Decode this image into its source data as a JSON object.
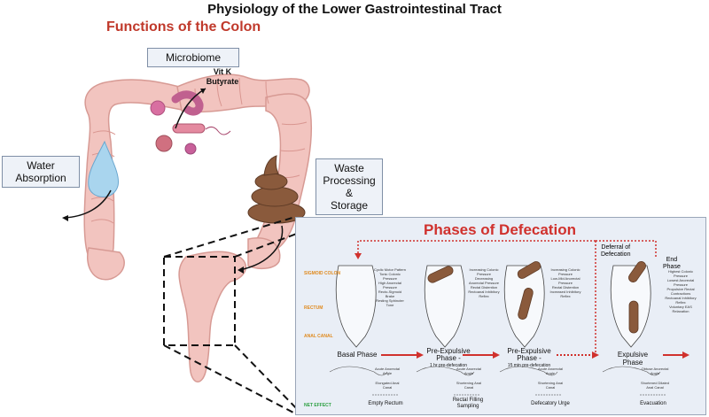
{
  "title": "Physiology of the Lower Gastrointestinal Tract",
  "colon": {
    "title": "Functions of the Colon",
    "microbiome": "Microbiome",
    "vitk": "Vit K",
    "butyrate": "Butyrate",
    "water": [
      "Water",
      "Absorption"
    ],
    "waste": [
      "Waste",
      "Processing",
      "&",
      "Storage"
    ]
  },
  "phases": {
    "title": "Phases of Defecation",
    "deferral": [
      "Deferral of",
      "Defecation"
    ],
    "end": [
      "End",
      "Phase"
    ],
    "regions": [
      "SIGMOID COLON",
      "RECTUM",
      "ANAL CANAL",
      "NET EFFECT"
    ],
    "stages": [
      "Basal Phase",
      "Pre-Expulsive Phase -",
      "Pre-Expulsive Phase -",
      "Expulsive Phase"
    ],
    "stage_sub": [
      "",
      "1 hr pre-defecation",
      "15 min pre-defecation",
      ""
    ],
    "notes": [
      [
        "Cyclic Motor Pattern",
        "Tonic Colonic Pressure",
        "High Anorectal Pressure",
        "Recto-Sigmoid Brake",
        "Resting Sphincter Tone"
      ],
      [
        "Increasing Colonic Pressure",
        "Decreasing Anorectal Pressure",
        "Rectal Distention",
        "Rectoanal Inhibitory Reflex"
      ],
      [
        "Increasing Colonic Pressure",
        "Low-Mid Anorectal Pressure",
        "Rectal Distention",
        "Increased Inhibitory Reflex"
      ],
      [
        "Highest Colonic Pressure",
        "Lowest Anorectal Pressure",
        "Propulsive Rectal Contractions",
        "Rectoanal Inhibitory Reflex",
        "Voluntary EAS Relaxation"
      ]
    ],
    "angles": [
      "Acute Anorectal Angle",
      "Acute Anorectal Angle",
      "Acute Anorectal Angle",
      "Obtuse Anorectal Angle"
    ],
    "canals": [
      "Elongated Anal Canal",
      "Shortening Anal Canal",
      "Shortening Anal Canal",
      "Shortened Dilated Anal Canal"
    ],
    "effects": [
      "Empty Rectum",
      "Rectal Filling Sampling",
      "Defecatory Urge",
      "Evacuation"
    ]
  }
}
